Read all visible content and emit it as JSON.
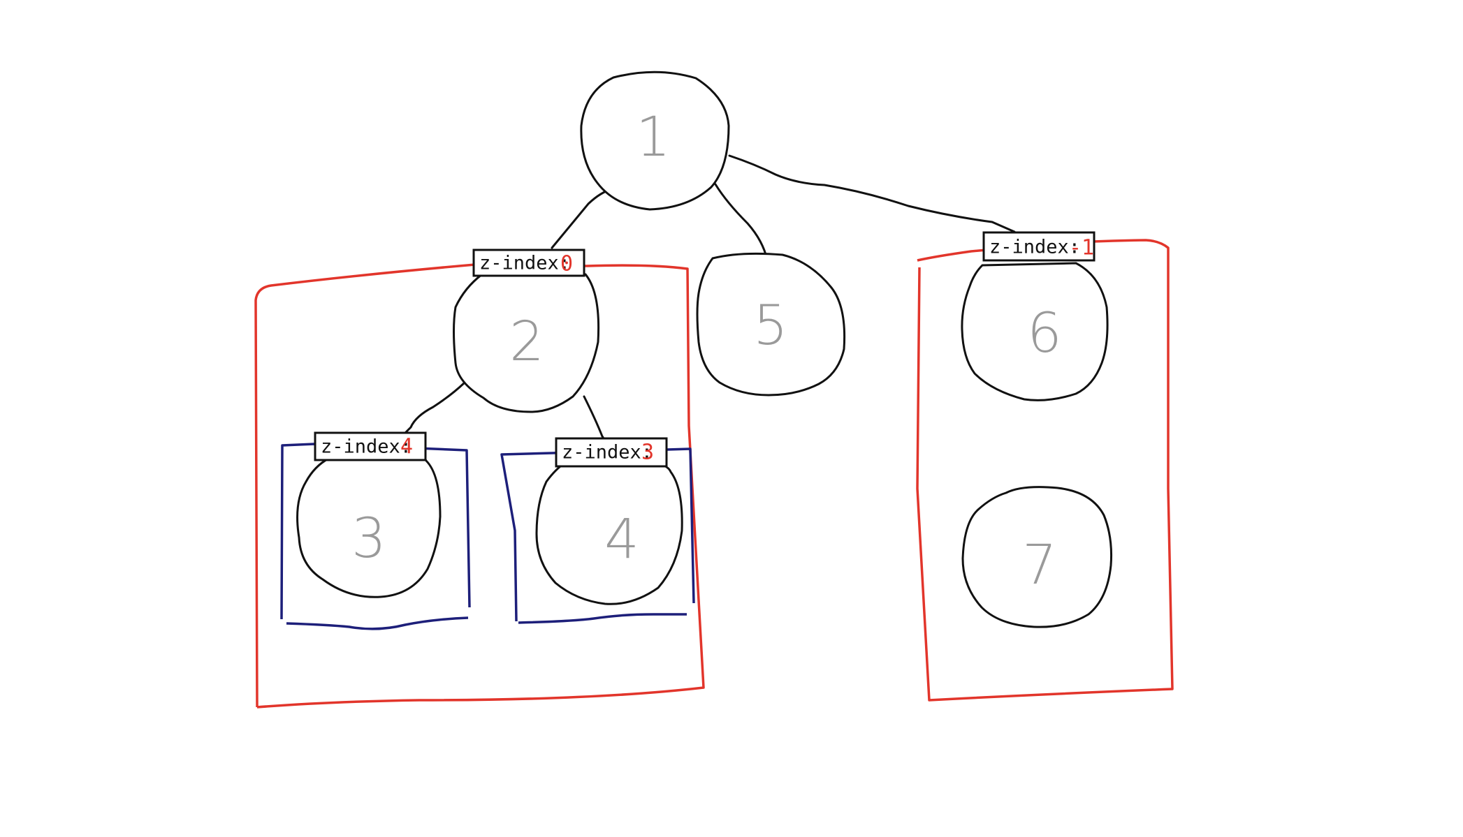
{
  "diagram": {
    "nodes": [
      {
        "id": "1",
        "label": "1"
      },
      {
        "id": "2",
        "label": "2"
      },
      {
        "id": "3",
        "label": "3"
      },
      {
        "id": "4",
        "label": "4"
      },
      {
        "id": "5",
        "label": "5"
      },
      {
        "id": "6",
        "label": "6"
      },
      {
        "id": "7",
        "label": "7"
      }
    ],
    "edges": [
      {
        "from": "1",
        "to": "2"
      },
      {
        "from": "1",
        "to": "5"
      },
      {
        "from": "1",
        "to": "6"
      },
      {
        "from": "2",
        "to": "3"
      },
      {
        "from": "2",
        "to": "4"
      }
    ],
    "stacking_contexts": [
      {
        "owner": "2",
        "prefix": "z-index:",
        "value": "0",
        "color": "#e2352b"
      },
      {
        "owner": "6",
        "prefix": "z-index:",
        "value": "-1",
        "color": "#e2352b"
      },
      {
        "owner": "3",
        "prefix": "z-index:",
        "value": "4",
        "color": "#1d1f7a"
      },
      {
        "owner": "4",
        "prefix": "z-index:",
        "value": "3",
        "color": "#1d1f7a"
      }
    ]
  }
}
